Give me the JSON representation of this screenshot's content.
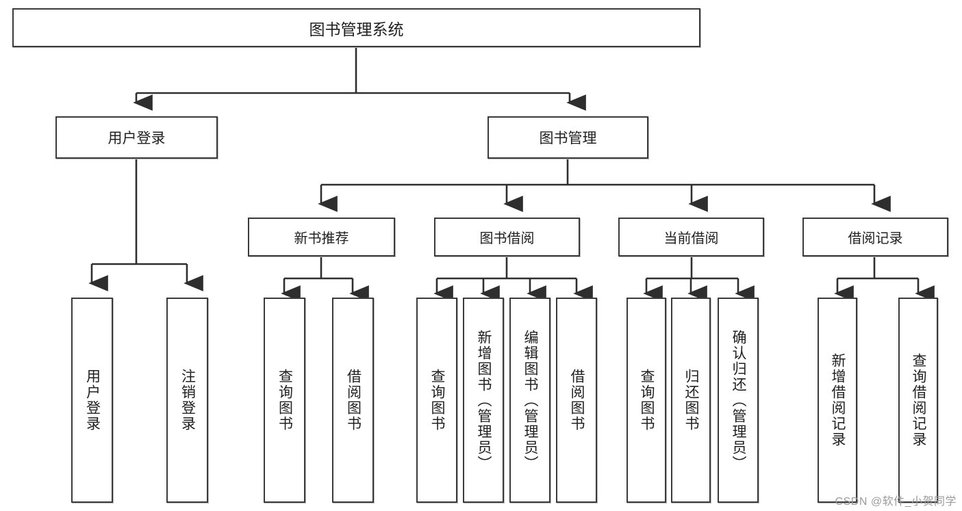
{
  "diagram": {
    "title": "图书管理系统",
    "watermark": "CSDN @软件_小贺同学",
    "root": {
      "label": "图书管理系统"
    },
    "level1": [
      {
        "label": "用户登录"
      },
      {
        "label": "图书管理"
      }
    ],
    "level2": [
      {
        "label": "新书推荐"
      },
      {
        "label": "图书借阅"
      },
      {
        "label": "当前借阅"
      },
      {
        "label": "借阅记录"
      }
    ],
    "leaves": {
      "user_login": [
        {
          "label": "用户登录"
        },
        {
          "label": "注销登录"
        }
      ],
      "new_book": [
        {
          "label": "查询图书"
        },
        {
          "label": "借阅图书"
        }
      ],
      "book_borrow": [
        {
          "label": "查询图书"
        },
        {
          "label": "新增图书（管理员）"
        },
        {
          "label": "编辑图书（管理员）"
        },
        {
          "label": "借阅图书"
        }
      ],
      "current_borrow": [
        {
          "label": "查询图书"
        },
        {
          "label": "归还图书"
        },
        {
          "label": "确认归还（管理员）"
        }
      ],
      "borrow_record": [
        {
          "label": "新增借阅记录"
        },
        {
          "label": "查询借阅记录"
        }
      ]
    },
    "colors": {
      "box_border": "#3a3a3a",
      "box_fill": "#ffffff",
      "connector": "#2e2e2e",
      "watermark": "#9a9a9a"
    }
  }
}
